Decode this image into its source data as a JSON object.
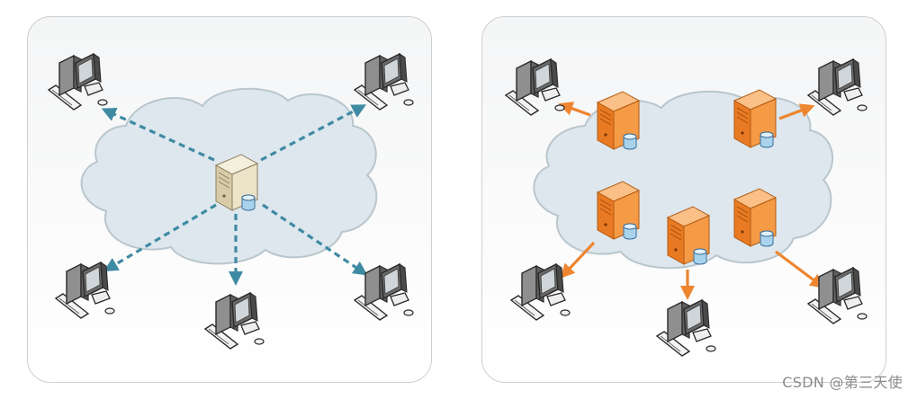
{
  "diagrams": [
    {
      "name": "centralized",
      "server_color": "#e9dfc4",
      "arrow_color": "#3f8aa3",
      "arrow_style": "dashed"
    },
    {
      "name": "distributed",
      "server_color": "#f39a3e",
      "arrow_color": "#ee8530",
      "arrow_style": "solid"
    }
  ],
  "watermark": "CSDN @第三天使",
  "colors": {
    "cloud_fill": "#dde7ed",
    "cloud_stroke": "#b9c6ce",
    "panel_border": "#cfcfcf"
  }
}
